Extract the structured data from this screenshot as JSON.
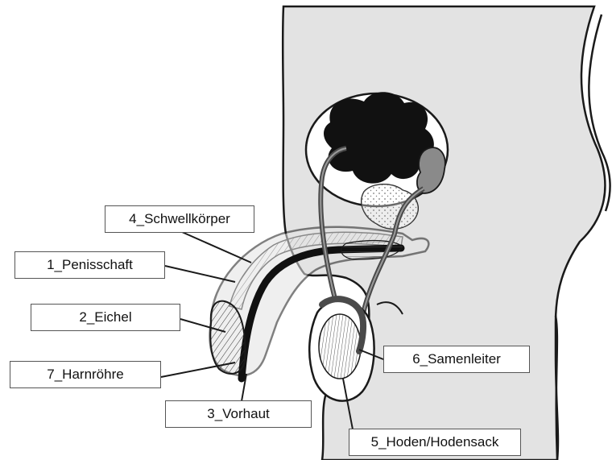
{
  "labels": {
    "schwellkoerper": "4_Schwellkörper",
    "penisschaft": "1_Penisschaft",
    "eichel": "2_Eichel",
    "harnroehre": "7_Harnröhre",
    "vorhaut": "3_Vorhaut",
    "samenleiter": "6_Samenleiter",
    "hoden": "5_Hoden/Hodensack"
  },
  "colors": {
    "body_fill": "#e3e3e3",
    "outline": "#1a1a1a",
    "organ_black": "#111111",
    "mid_gray": "#8a8a8a",
    "dark_gray": "#4a4a4a"
  }
}
